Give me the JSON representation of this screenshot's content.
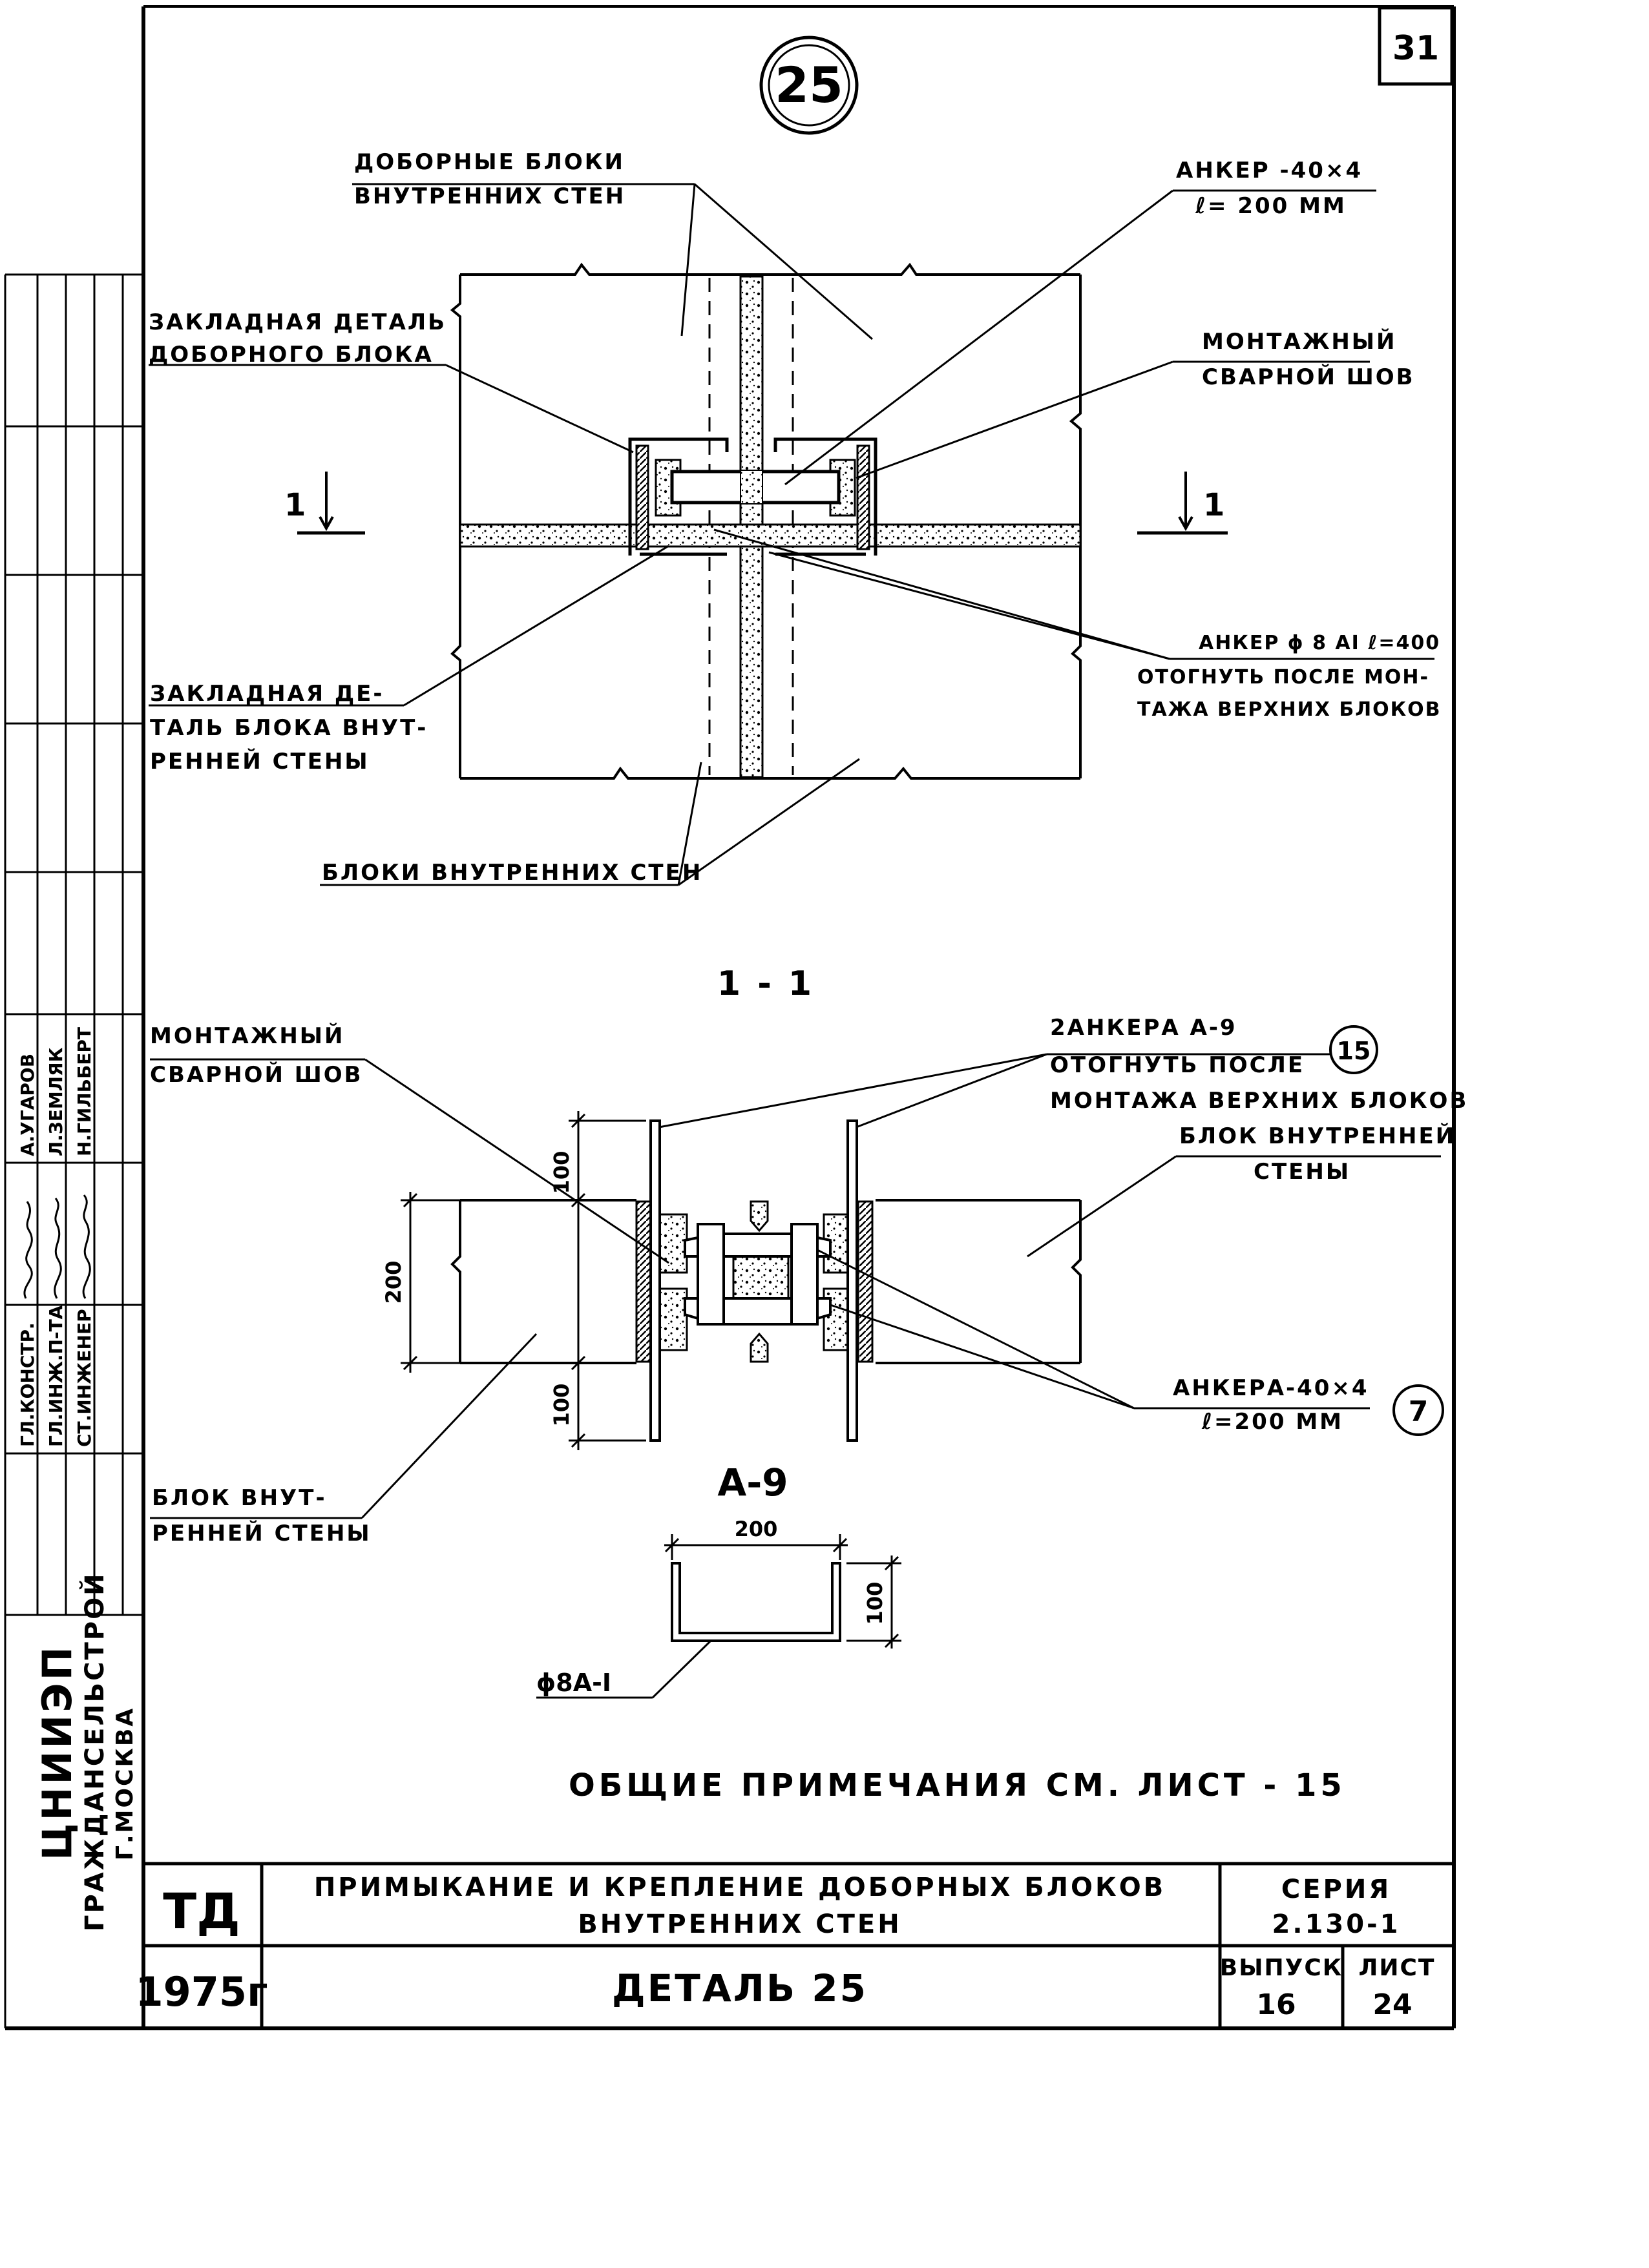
{
  "page_number": "31",
  "detail_number": "25",
  "plan": {
    "label_extra_blocks": [
      "ДОБОРНЫЕ БЛОКИ",
      "ВНУТРЕННИХ СТЕН"
    ],
    "label_anchor_plate": [
      "АНКЕР -40×4",
      "ℓ= 200 ММ"
    ],
    "label_embedded_extra": [
      "ЗАКЛАДНАЯ ДЕТАЛЬ",
      "ДОБОРНОГО БЛОКА"
    ],
    "label_weld": [
      "МОНТАЖНЫЙ",
      "СВАРНОЙ ШОВ"
    ],
    "label_anchor_rod": [
      "АНКЕР ϕ 8 АⅠ ℓ=400",
      "ОТОГНУТЬ ПОСЛЕ МОН-",
      "ТАЖА ВЕРХНИХ БЛОКОВ"
    ],
    "label_embedded_wall": [
      "ЗАКЛАДНАЯ ДЕ-",
      "ТАЛЬ БЛОКА ВНУТ-",
      "РЕННЕЙ СТЕНЫ"
    ],
    "label_wall_blocks": "БЛОКИ ВНУТРЕННИХ СТЕН",
    "section_mark": "1"
  },
  "section": {
    "title": "1 - 1",
    "label_weld": [
      "МОНТАЖНЫЙ",
      "СВАРНОЙ ШОВ"
    ],
    "label_two_anchors": [
      "2АНКЕРА А-9",
      "ОТОГНУТЬ ПОСЛЕ",
      "МОНТАЖА ВЕРХНИХ БЛОКОВ"
    ],
    "callout_anchor_a9": "15",
    "label_block_right": [
      "БЛОК ВНУТРЕННЕЙ",
      "СТЕНЫ"
    ],
    "label_anchors_plate": [
      "АНКЕРА-40×4",
      "ℓ=200 ММ"
    ],
    "callout_anchor_plate": "7",
    "label_block_left": [
      "БЛОК ВНУТ-",
      "РЕННЕЙ СТЕНЫ"
    ],
    "dim_top": "100",
    "dim_height": "200",
    "dim_bottom": "100"
  },
  "detail_a9": {
    "title": "А-9",
    "dim_width": "200",
    "dim_height": "100",
    "rebar_label": "ϕ8А-Ⅰ"
  },
  "general_note": "ОБЩИЕ ПРИМЕЧАНИЯ СМ. ЛИСТ - 15",
  "title_block": {
    "org_code": "ТД",
    "year": "1975г",
    "title_line1": "ПРИМЫКАНИЕ И КРЕПЛЕНИЕ ДОБОРНЫХ БЛОКОВ",
    "title_line2": "ВНУТРЕННИХ СТЕН",
    "sheet_name": "ДЕТАЛЬ 25",
    "series_label": "СЕРИЯ",
    "series_value": "2.130-1",
    "issue_label": "ВЫПУСК",
    "issue_value": "16",
    "sheet_label": "ЛИСТ",
    "sheet_value": "24"
  },
  "side_stamp": {
    "org_name": "ЦНИИЭП",
    "org_sub": "ГРАЖДАНСЕЛЬСТРОЙ",
    "city": "Г.МОСКВА",
    "roles": [
      "ГЛ.КОНСТР.",
      "ГЛ.ИНЖ.П-ТА",
      "СТ.ИНЖЕНЕР"
    ],
    "names": [
      "А.УГАРОВ",
      "Л.ЗЕМЛЯК",
      "Н.ГИЛЬБЕРТ"
    ]
  }
}
